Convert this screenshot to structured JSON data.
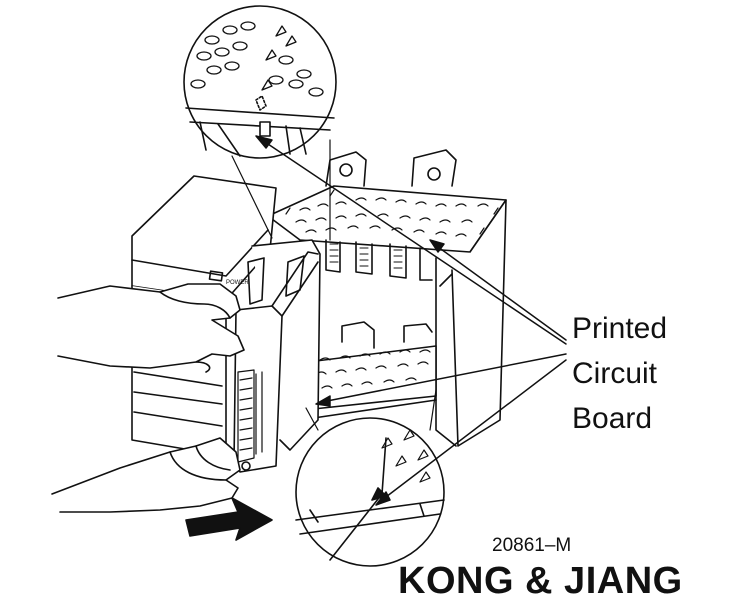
{
  "callout": {
    "line1": "Printed",
    "line2": "Circuit",
    "line3": "Board"
  },
  "figure_id": "20861–M",
  "watermark": "KONG & JIANG",
  "colors": {
    "ink": "#111111",
    "background": "#ffffff"
  }
}
